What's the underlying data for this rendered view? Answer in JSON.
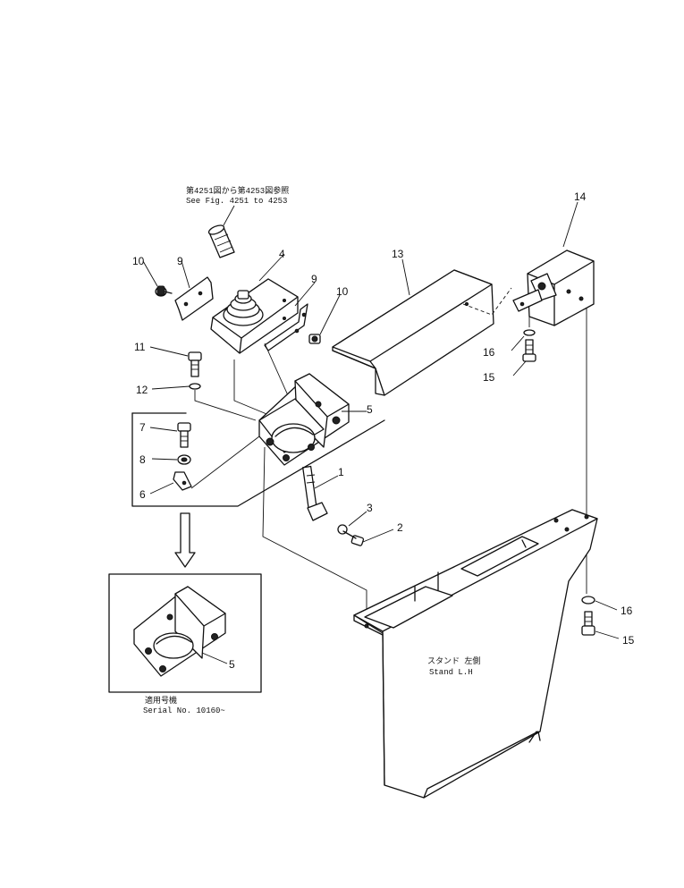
{
  "diagram": {
    "callouts": [
      "1",
      "2",
      "3",
      "4",
      "5",
      "6",
      "7",
      "8",
      "9",
      "10",
      "11",
      "12",
      "13",
      "14",
      "15",
      "16"
    ],
    "reference_jp": "第4251図から第4253図参照",
    "reference_en": "See Fig. 4251 to 4253",
    "stand_jp": "スタンド 左側",
    "stand_en": "Stand L.H",
    "serial_jp": "適用号機",
    "serial_en": "Serial No. 10160~"
  }
}
